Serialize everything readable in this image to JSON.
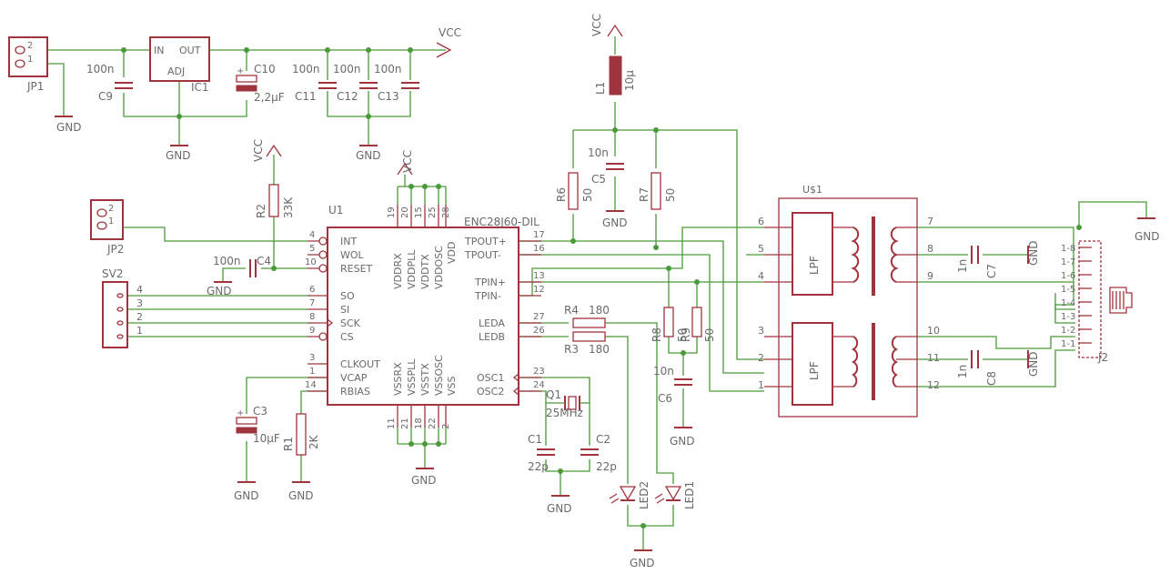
{
  "power": {
    "vcc": "VCC",
    "gnd": "GND"
  },
  "jp1": {
    "name": "JP1",
    "pin2": "2",
    "pin1": "1"
  },
  "jp2": {
    "name": "JP2",
    "pin2": "2",
    "pin1": "1"
  },
  "sv2": {
    "name": "SV2",
    "pins": [
      "4",
      "3",
      "2",
      "1"
    ]
  },
  "ic1": {
    "name": "IC1",
    "in": "IN",
    "out": "OUT",
    "adj": "ADJ"
  },
  "caps": {
    "c9": {
      "name": "C9",
      "value": "100n"
    },
    "c10": {
      "name": "C10",
      "value": "2,2µF"
    },
    "c11": {
      "name": "C11",
      "value": "100n"
    },
    "c12": {
      "name": "C12",
      "value": "100n"
    },
    "c13": {
      "name": "C13",
      "value": "100n"
    },
    "c4": {
      "name": "C4",
      "value": "100n"
    },
    "c3": {
      "name": "C3",
      "value": "10µF"
    },
    "c5": {
      "name": "C5",
      "value": "10n"
    },
    "c6": {
      "name": "C6",
      "value": "10n"
    },
    "c7": {
      "name": "C7",
      "value": "1n"
    },
    "c8": {
      "name": "C8",
      "value": "1n"
    },
    "c1": {
      "name": "C1",
      "value": "22p"
    },
    "c2": {
      "name": "C2",
      "value": "22p"
    }
  },
  "res": {
    "r1": {
      "name": "R1",
      "value": "2K"
    },
    "r2": {
      "name": "R2",
      "value": "33K"
    },
    "r3": {
      "name": "R3",
      "value": "180"
    },
    "r4": {
      "name": "R4",
      "value": "180"
    },
    "r6": {
      "name": "R6",
      "value": "50"
    },
    "r7": {
      "name": "R7",
      "value": "50"
    },
    "r8": {
      "name": "R8",
      "value": "50"
    },
    "r9": {
      "name": "R9",
      "value": "50"
    }
  },
  "l1": {
    "name": "L1",
    "value": "10µ"
  },
  "q1": {
    "name": "Q1",
    "value": "25MHz"
  },
  "leds": {
    "led1": "LED1",
    "led2": "LED2"
  },
  "u1": {
    "name": "U1",
    "value": "ENC28J60-DIL",
    "left_pins": [
      {
        "label": "INT",
        "num": "4"
      },
      {
        "label": "WOL",
        "num": "5"
      },
      {
        "label": "RESET",
        "num": "10"
      },
      {
        "label": "SO",
        "num": "6"
      },
      {
        "label": "SI",
        "num": "7"
      },
      {
        "label": "SCK",
        "num": "8"
      },
      {
        "label": "CS",
        "num": "9"
      },
      {
        "label": "CLKOUT",
        "num": "3"
      },
      {
        "label": "VCAP",
        "num": "1"
      },
      {
        "label": "RBIAS",
        "num": "14"
      }
    ],
    "right_pins": [
      {
        "label": "TPOUT+",
        "num": "17"
      },
      {
        "label": "TPOUT-",
        "num": "16"
      },
      {
        "label": "TPIN+",
        "num": "13"
      },
      {
        "label": "TPIN-",
        "num": "12"
      },
      {
        "label": "LEDA",
        "num": "27"
      },
      {
        "label": "LEDB",
        "num": "26"
      },
      {
        "label": "OSC1",
        "num": "23"
      },
      {
        "label": "OSC2",
        "num": "24"
      }
    ],
    "top_pins": [
      {
        "label": "VDDRX",
        "num": "19"
      },
      {
        "label": "VDDPLL",
        "num": "20"
      },
      {
        "label": "VDDTX",
        "num": "15"
      },
      {
        "label": "VDDOSC",
        "num": "25"
      },
      {
        "label": "VDD",
        "num": "28"
      }
    ],
    "bottom_pins": [
      {
        "label": "VSSRX",
        "num": "11"
      },
      {
        "label": "VSSPLL",
        "num": "21"
      },
      {
        "label": "VSSTX",
        "num": "18"
      },
      {
        "label": "VSSOSC",
        "num": "22"
      },
      {
        "label": "VSS",
        "num": "2"
      }
    ]
  },
  "us1": {
    "name": "U$1",
    "lpf": "LPF",
    "left_nums": [
      "6",
      "5",
      "4",
      "3",
      "2",
      "1"
    ],
    "right_nums": [
      "7",
      "8",
      "9",
      "10",
      "11",
      "12"
    ]
  },
  "j2": {
    "name": "J2",
    "pins": [
      "1-8",
      "1-7",
      "1-6",
      "1-5",
      "1-4",
      "1-3",
      "1-2",
      "1-1"
    ]
  }
}
